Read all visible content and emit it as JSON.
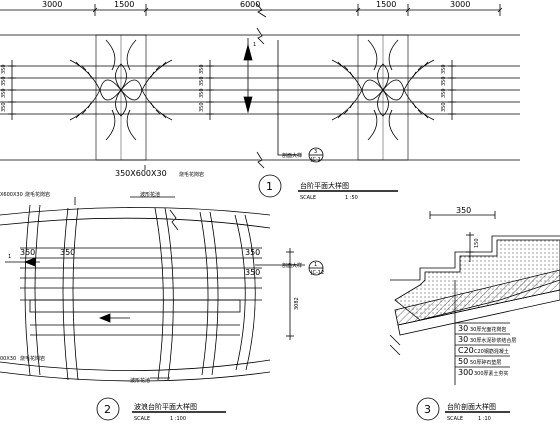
{
  "plan1": {
    "dims_top": [
      "3000",
      "1500",
      "6000",
      "1500",
      "3000"
    ],
    "dims_left": [
      "350",
      "350",
      "350",
      "350"
    ],
    "dims_right": [
      "350",
      "350",
      "350",
      "350"
    ],
    "paving_note": "350X600X30",
    "paving_note_suffix": "烧毛花岗岩",
    "callout_text": "剖面大样",
    "callout_top": "3",
    "callout_bottom": "JC-1",
    "section_mark": "1",
    "detail_number": "1",
    "detail_title": "台阶平面大样图",
    "scale_label": "SCALE",
    "scale_value": "1 :50"
  },
  "plan2": {
    "note_top_left": "X600X30",
    "note_top_left_suffix": "烧毛花岗岩",
    "note_top_right": "波形花池",
    "note_bottom_left": "00X30",
    "note_bottom_left_suffix": "烧毛花岗岩",
    "note_bottom_right": "波形花池",
    "dims": [
      "350",
      "350",
      "350",
      "350"
    ],
    "dim_right": "3082",
    "callout_text": "剖面大样",
    "callout_top": "1",
    "callout_bottom": "JC-12",
    "section_mark": "1",
    "detail_number": "2",
    "detail_title": "波浪台阶平面大样图",
    "scale_label": "SCALE",
    "scale_value": "1 :100"
  },
  "section3": {
    "dim_top": "350",
    "dim_right": "150",
    "layers": [
      "30厚光面花岗岩",
      "30厚水泥砂浆结合层",
      "C20钢筋混凝土",
      "50厚碎石垫层",
      "300厚素土夯实"
    ],
    "layer_prefixes": [
      "30",
      "30",
      "C20",
      "50",
      "300"
    ],
    "detail_number": "3",
    "detail_title": "台阶剖面大样图",
    "scale_label": "SCALE",
    "scale_value": "1 :10"
  }
}
